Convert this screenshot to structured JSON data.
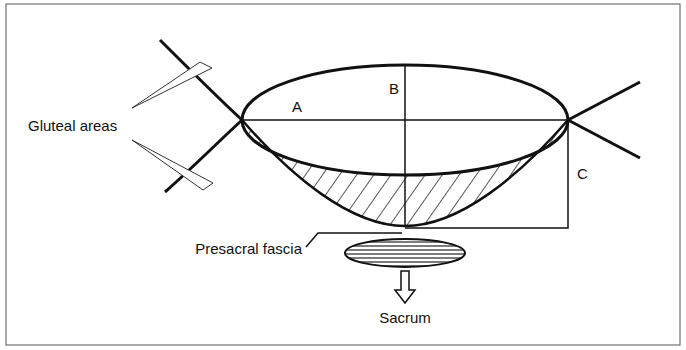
{
  "diagram": {
    "labels": [
      "Gluteal areas",
      "A",
      "B",
      "C",
      "Presacral fascia",
      "Sacrum"
    ]
  }
}
